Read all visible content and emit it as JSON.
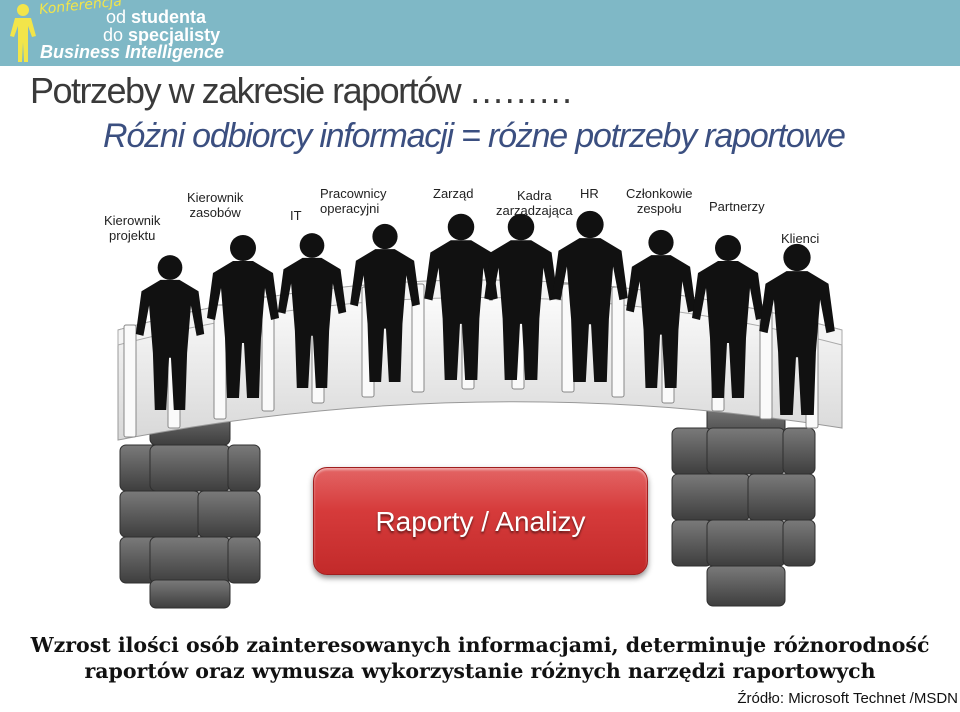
{
  "banner": {
    "conf": "Konferencja",
    "line1_a": "od ",
    "line1_b": "studenta",
    "line2_a": "do ",
    "line2_b": "specjalisty",
    "line3": "Business Intelligence"
  },
  "title": "Potrzeby w zakresie raportów ………",
  "subtitle": "Różni odbiorcy informacji = różne potrzeby raportowe",
  "roles": {
    "kierownik_projektu": [
      "Kierownik",
      "projektu"
    ],
    "kierownik_zasobow": [
      "Kierownik",
      "zasobów"
    ],
    "it": "IT",
    "pracownicy": [
      "Pracownicy",
      "operacyjni"
    ],
    "zarzad": "Zarząd",
    "kadra": [
      "Kadra",
      "zarządzająca"
    ],
    "hr": "HR",
    "czlonkowie": [
      "Członkowie",
      "zespołu"
    ],
    "partnerzy": "Partnerzy",
    "klienci": "Klienci"
  },
  "button_label": "Raporty / Analizy",
  "bottom_text": [
    "Wzrost ilości osób zainteresowanych informacjami, determinuje różnorodność",
    "raportów oraz wymusza wykorzystanie różnych narzędzi raportowych"
  ],
  "source": "Źródło: Microsoft Technet /MSDN",
  "colors": {
    "banner": "#7fb8c6",
    "subtitle": "#3b4f80",
    "button": "#d63b3b",
    "stone": "#5a5a5a"
  }
}
